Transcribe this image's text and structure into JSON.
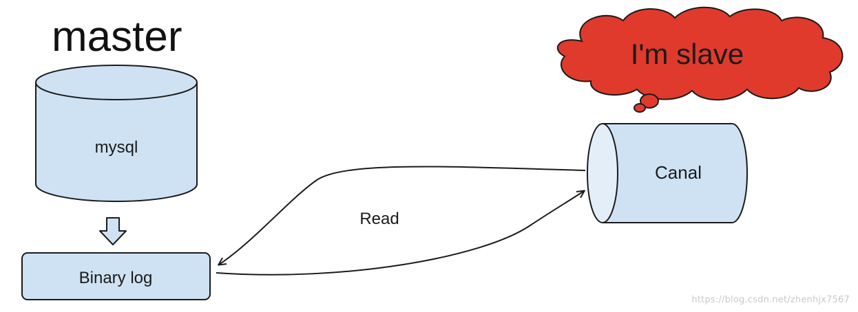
{
  "master": {
    "title": "master",
    "database_label": "mysql",
    "binlog_label": "Binary log"
  },
  "slave": {
    "thought_text": "I'm slave",
    "canal_label": "Canal"
  },
  "connection": {
    "label": "Read"
  },
  "watermark": "https://blog.csdn.net/zhenhjx7567",
  "colors": {
    "box_fill": "#cfe2f3",
    "stroke": "#1a1a1a",
    "cloud_fill": "#e03a2c",
    "text": "#1a1a1a"
  }
}
